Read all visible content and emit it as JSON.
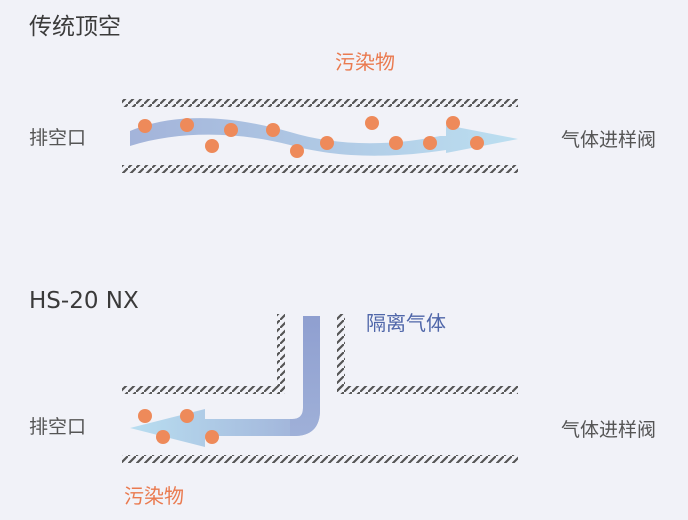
{
  "section_traditional": {
    "title": "传统顶空",
    "contaminant_label": "污染物",
    "exhaust_label": "排空口",
    "valve_label": "气体进样阀"
  },
  "section_hs20": {
    "title": "HS-20 NX",
    "isolation_gas_label": "隔离气体",
    "exhaust_label": "排空口",
    "valve_label": "气体进样阀",
    "contaminant_label": "污染物"
  },
  "colors": {
    "background": "#f1f2f8",
    "contaminant_dot": "#ee8a5a",
    "contaminant_text": "#ea7a4f",
    "isolation_text": "#4f66a9",
    "hatch": "#555555",
    "flow_arrow_start": "#9fb0d8",
    "flow_arrow_end": "#b9def0"
  }
}
